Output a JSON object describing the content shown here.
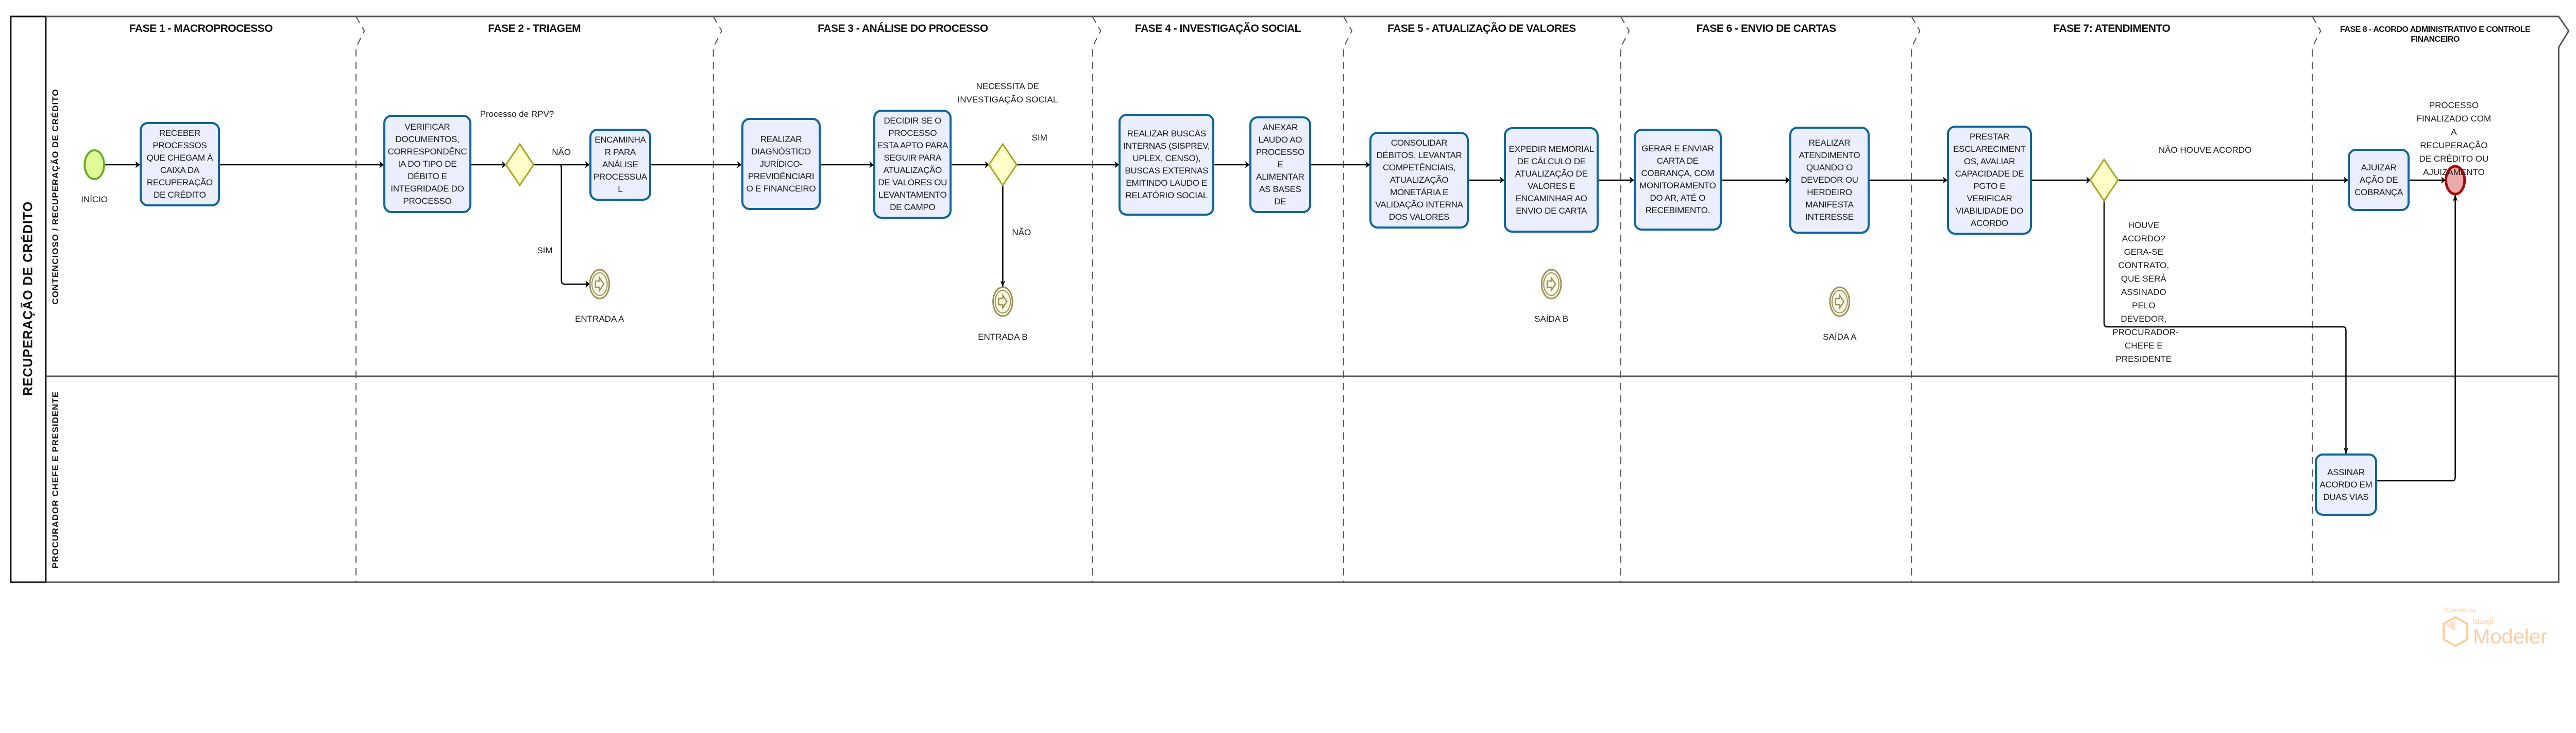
{
  "pool": {
    "title": "RECUPERAÇÃO DE CRÉDITO"
  },
  "lanes": [
    {
      "label": "CONTENCIOSO / RECUPERAÇÃO DE CRÉDITO"
    },
    {
      "label": "PROCURADOR CHEFE E PRESIDENTE"
    }
  ],
  "phases": [
    "FASE 1 - MACROPROCESSO",
    "FASE 2 - TRIAGEM",
    "FASE 3 - ANÁLISE DO PROCESSO",
    "FASE 4 - INVESTIGAÇÃO SOCIAL",
    "FASE 5 - ATUALIZAÇÃO DE VALORES",
    "FASE 6 - ENVIO DE CARTAS",
    "FASE 7: ATENDIMENTO",
    "FASE 8 - ACORDO ADMINISTRATIVO E CONTROLE FINANCEIRO"
  ],
  "tasks": [
    "RECEBER PROCESSOS QUE CHEGAM À CAIXA DA RECUPERAÇÃO DE CRÉDITO",
    "VERIFICAR DOCUMENTOS, CORRESPONDÊNCIA DO TIPO DE DÉBITO E INTEGRIDADE DO PROCESSO",
    "ENCAMINHAR PARA ANÁLISE PROCESSUAL",
    "REALIZAR DIAGNÓSTICO JURÍDICO-PREVIDÊNCIARIO E FINANCEIRO",
    "DECIDIR SE O PROCESSO ESTA APTO PARA SEGUIR PARA ATUALIZAÇÃO DE VALORES OU LEVANTAMENTO DE CAMPO",
    "REALIZAR BUSCAS INTERNAS (SISPREV, UPLEX, CENSO), BUSCAS EXTERNAS EMITINDO LAUDO E RELATÓRIO SOCIAL",
    "ANEXAR LAUDO AO PROCESSO E ALIMENTAR AS BASES DE",
    "CONSOLIDAR DÉBITOS, LEVANTAR COMPETÊNCIAIS, ATUALIZAÇÃO MONETÁRIA E VALIDAÇÃO INTERNA DOS VALORES",
    "EXPEDIR MEMORIAL DE CÁLCULO DE ATUALIZAÇÃO DE VALORES E ENCAMINHAR AO ENVIO DE CARTA",
    "GERAR E ENVIAR CARTA DE COBRANÇA, COM MONITORAMENTO DO AR, ATÉ O RECEBIMENTO.",
    "REALIZAR ATENDIMENTO QUANDO O DEVEDOR OU HERDEIRO MANIFESTA INTERESSE",
    "PRESTAR ESCLARECIMENTOS, AVALIAR CAPACIDADE DE PGTO E VERIFICAR VIABILIDADE DO ACORDO",
    "AJUIZAR AÇÃO DE COBRANÇA",
    "ASSINAR ACORDO EM DUAS VIAS"
  ],
  "events": {
    "start": "INÍCIO",
    "entrada_a": "ENTRADA A",
    "entrada_b": "ENTRADA B",
    "saida_b": "SAÍDA B",
    "saida_a": "SAÍDA A",
    "end": "PROCESSO FINALIZADO COM A RECUPERAÇÃO DE CRÉDITO OU AJUIZAMENTO"
  },
  "gateways": {
    "rpv": {
      "question": "Processo de RPV?",
      "no": "NÃO",
      "yes": "SIM"
    },
    "investigacao": {
      "question_line1": "NECESSITA DE",
      "question_line2": "INVESTIGAÇÃO SOCIAL",
      "yes": "SIM",
      "no": "NÃO"
    },
    "acordo": {
      "no": "NÃO HOUVE ACORDO",
      "yes": "HOUVE ACORDO? GERA-SE CONTRATO, QUE SERÁ ASSINADO PELO DEVEDOR, PROCURADOR-CHEFE E PRESIDENTE"
    }
  },
  "watermark": {
    "powered": "Powered by",
    "brand": "bizagi",
    "product": "Modeler"
  },
  "colors": {
    "task_fill": "#eaeefd",
    "task_border": "#0f659a",
    "gateway_fill": "#fdfdc8",
    "gateway_border": "#a3a625",
    "start_fill": "#e2f99a",
    "start_border": "#6aac2c",
    "end_fill": "#eba9a9",
    "end_border": "#a10b0b",
    "link_fill": "#fbf8ea",
    "link_border": "#9c9358"
  }
}
